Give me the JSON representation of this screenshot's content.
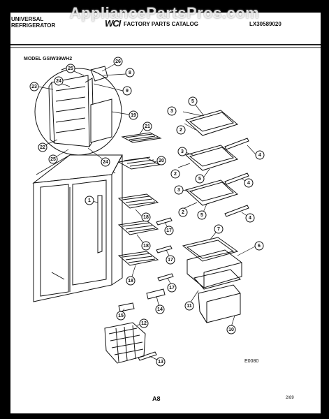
{
  "watermark": "AppliancePartsPros.com",
  "header": {
    "brand_line1": "UNIVERSAL",
    "brand_line2": "REFRIGERATOR",
    "logo": "WCI",
    "catalog_title": "FACTORY PARTS CATALOG",
    "catalog_code": "LX30589020"
  },
  "model_label": "MODEL GSIW39WH2",
  "figure_id": "E0080",
  "page_number": "A8",
  "date": "2/89",
  "callouts": [
    {
      "id": "c26",
      "label": "26"
    },
    {
      "id": "c25a",
      "label": "25"
    },
    {
      "id": "c8",
      "label": "8"
    },
    {
      "id": "c24a",
      "label": "24"
    },
    {
      "id": "c23",
      "label": "23"
    },
    {
      "id": "c9",
      "label": "9"
    },
    {
      "id": "c19",
      "label": "19"
    },
    {
      "id": "c22",
      "label": "22"
    },
    {
      "id": "c25b",
      "label": "25"
    },
    {
      "id": "c24b",
      "label": "24"
    },
    {
      "id": "c21",
      "label": "21"
    },
    {
      "id": "c20",
      "label": "20"
    },
    {
      "id": "c5a",
      "label": "5"
    },
    {
      "id": "c3a",
      "label": "3"
    },
    {
      "id": "c2a",
      "label": "2"
    },
    {
      "id": "c4a",
      "label": "4"
    },
    {
      "id": "c3b",
      "label": "3"
    },
    {
      "id": "c2b",
      "label": "2"
    },
    {
      "id": "c5b",
      "label": "5"
    },
    {
      "id": "c4b",
      "label": "4"
    },
    {
      "id": "c3c",
      "label": "3"
    },
    {
      "id": "c2c",
      "label": "2"
    },
    {
      "id": "c5c",
      "label": "5"
    },
    {
      "id": "c4c",
      "label": "4"
    },
    {
      "id": "c1",
      "label": "1"
    },
    {
      "id": "c18a",
      "label": "18"
    },
    {
      "id": "c18b",
      "label": "18"
    },
    {
      "id": "c18c",
      "label": "18"
    },
    {
      "id": "c17a",
      "label": "17"
    },
    {
      "id": "c17b",
      "label": "17"
    },
    {
      "id": "c17c",
      "label": "17"
    },
    {
      "id": "c7",
      "label": "7"
    },
    {
      "id": "c6",
      "label": "6"
    },
    {
      "id": "c11",
      "label": "11"
    },
    {
      "id": "c10",
      "label": "10"
    },
    {
      "id": "c14",
      "label": "14"
    },
    {
      "id": "c15",
      "label": "15"
    },
    {
      "id": "c12",
      "label": "12"
    },
    {
      "id": "c13",
      "label": "13"
    }
  ]
}
